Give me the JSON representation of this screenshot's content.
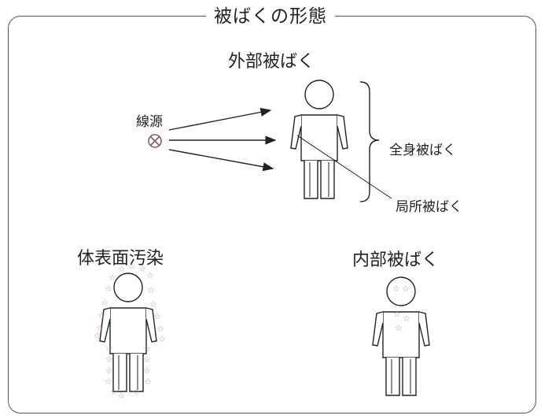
{
  "title": "被ばくの形態",
  "sections": {
    "external": {
      "heading": "外部被ばく",
      "source_label": "線源",
      "whole_body_label": "全身被ばく",
      "local_label": "局所被ばく"
    },
    "surface": {
      "heading": "体表面汚染"
    },
    "internal": {
      "heading": "内部被ばく"
    }
  },
  "icons": {
    "source": "radiation-source-icon",
    "contamination": "star-particle-icon"
  },
  "colors": {
    "line": "#222222",
    "frame": "#555555",
    "particle": "#d08aa0"
  }
}
